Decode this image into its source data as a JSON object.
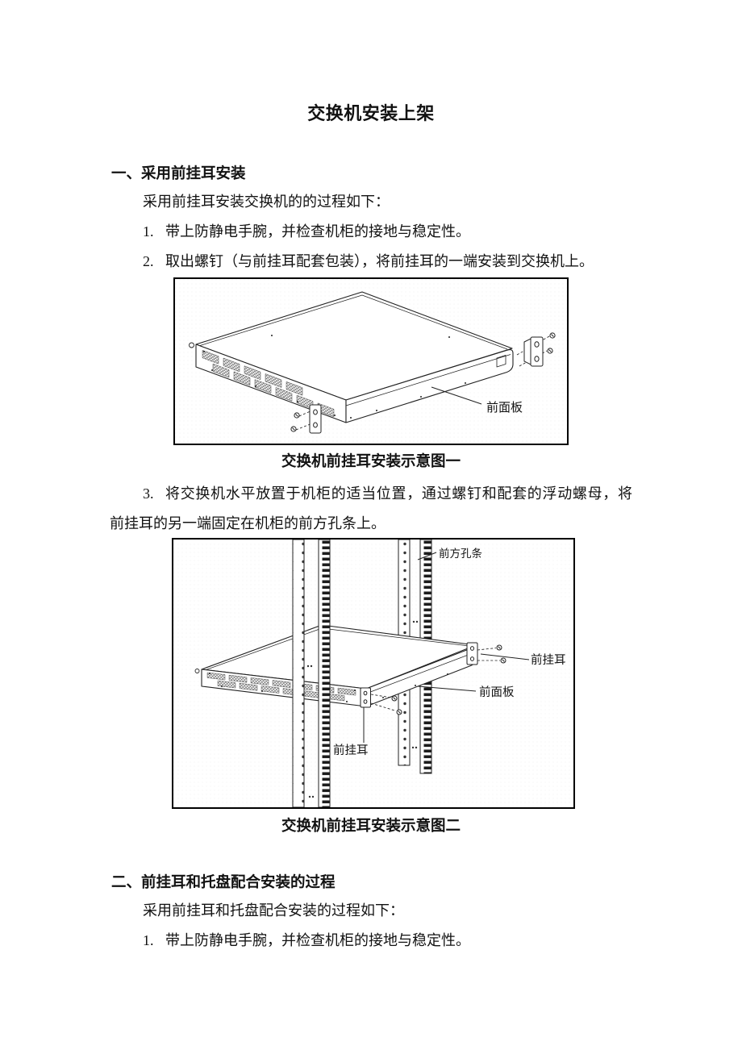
{
  "page": {
    "title": "交换机安装上架",
    "background_color": "#ffffff",
    "text_color": "#121212"
  },
  "section1": {
    "heading": "一、采用前挂耳安装",
    "intro": "采用前挂耳安装交换机的的过程如下：",
    "steps": [
      {
        "num": "1.",
        "text": "带上防静电手腕，并检查机柜的接地与稳定性。"
      },
      {
        "num": "2.",
        "text": "取出螺钉（与前挂耳配套包装），将前挂耳的一端安装到交换机上。"
      },
      {
        "num": "3.",
        "lines": [
          "将交换机水平放置于机柜的适当位置，通过螺钉和配套的浮动螺母，将",
          "前挂耳的另一端固定在机柜的前方孔条上。"
        ]
      }
    ]
  },
  "figure1": {
    "caption": "交换机前挂耳安装示意图一",
    "labels": {
      "front_panel": "前面板"
    }
  },
  "figure2": {
    "caption": "交换机前挂耳安装示意图二",
    "labels": {
      "front_hole_bar": "前方孔条",
      "front_ear_right": "前挂耳",
      "front_panel": "前面板",
      "front_ear_bottom": "前挂耳"
    }
  },
  "section2": {
    "heading": "二、前挂耳和托盘配合安装的过程",
    "intro": "采用前挂耳和托盘配合安装的过程如下：",
    "steps": [
      {
        "num": "1.",
        "text": "带上防静电手腕，并检查机柜的接地与稳定性。"
      }
    ]
  }
}
